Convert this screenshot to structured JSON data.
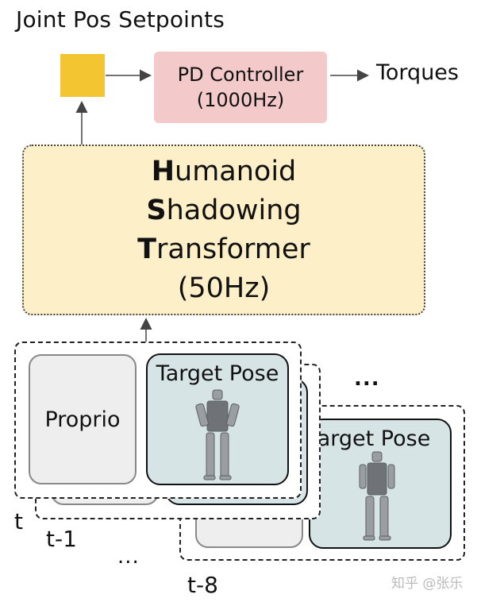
{
  "title": "Joint Pos Setpoints",
  "pd_controller": {
    "line1": "PD Controller",
    "line2": "(1000Hz)"
  },
  "torques": "Torques",
  "hst": {
    "initial1": "H",
    "rest1": "umanoid",
    "initial2": "S",
    "rest2": "hadowing",
    "initial3": "T",
    "rest3": "ransformer",
    "rate": "(50Hz)"
  },
  "frames": {
    "proprio": "Proprio",
    "target_pose": "Target Pose",
    "target_pose_back": "Target Pose",
    "t_label": "t",
    "t1_label": "t-1",
    "t8_label": "t-8",
    "ellipsis_top": "...",
    "ellipsis_bottom": "..."
  },
  "watermark": "知乎 @张乐",
  "colors": {
    "yellow_square": "#f2c531",
    "pd_fill": "#f4c9c9",
    "hst_fill": "#fdf0c8",
    "pose_fill": "#d6e4e6",
    "proprio_fill": "#eeeeee"
  }
}
